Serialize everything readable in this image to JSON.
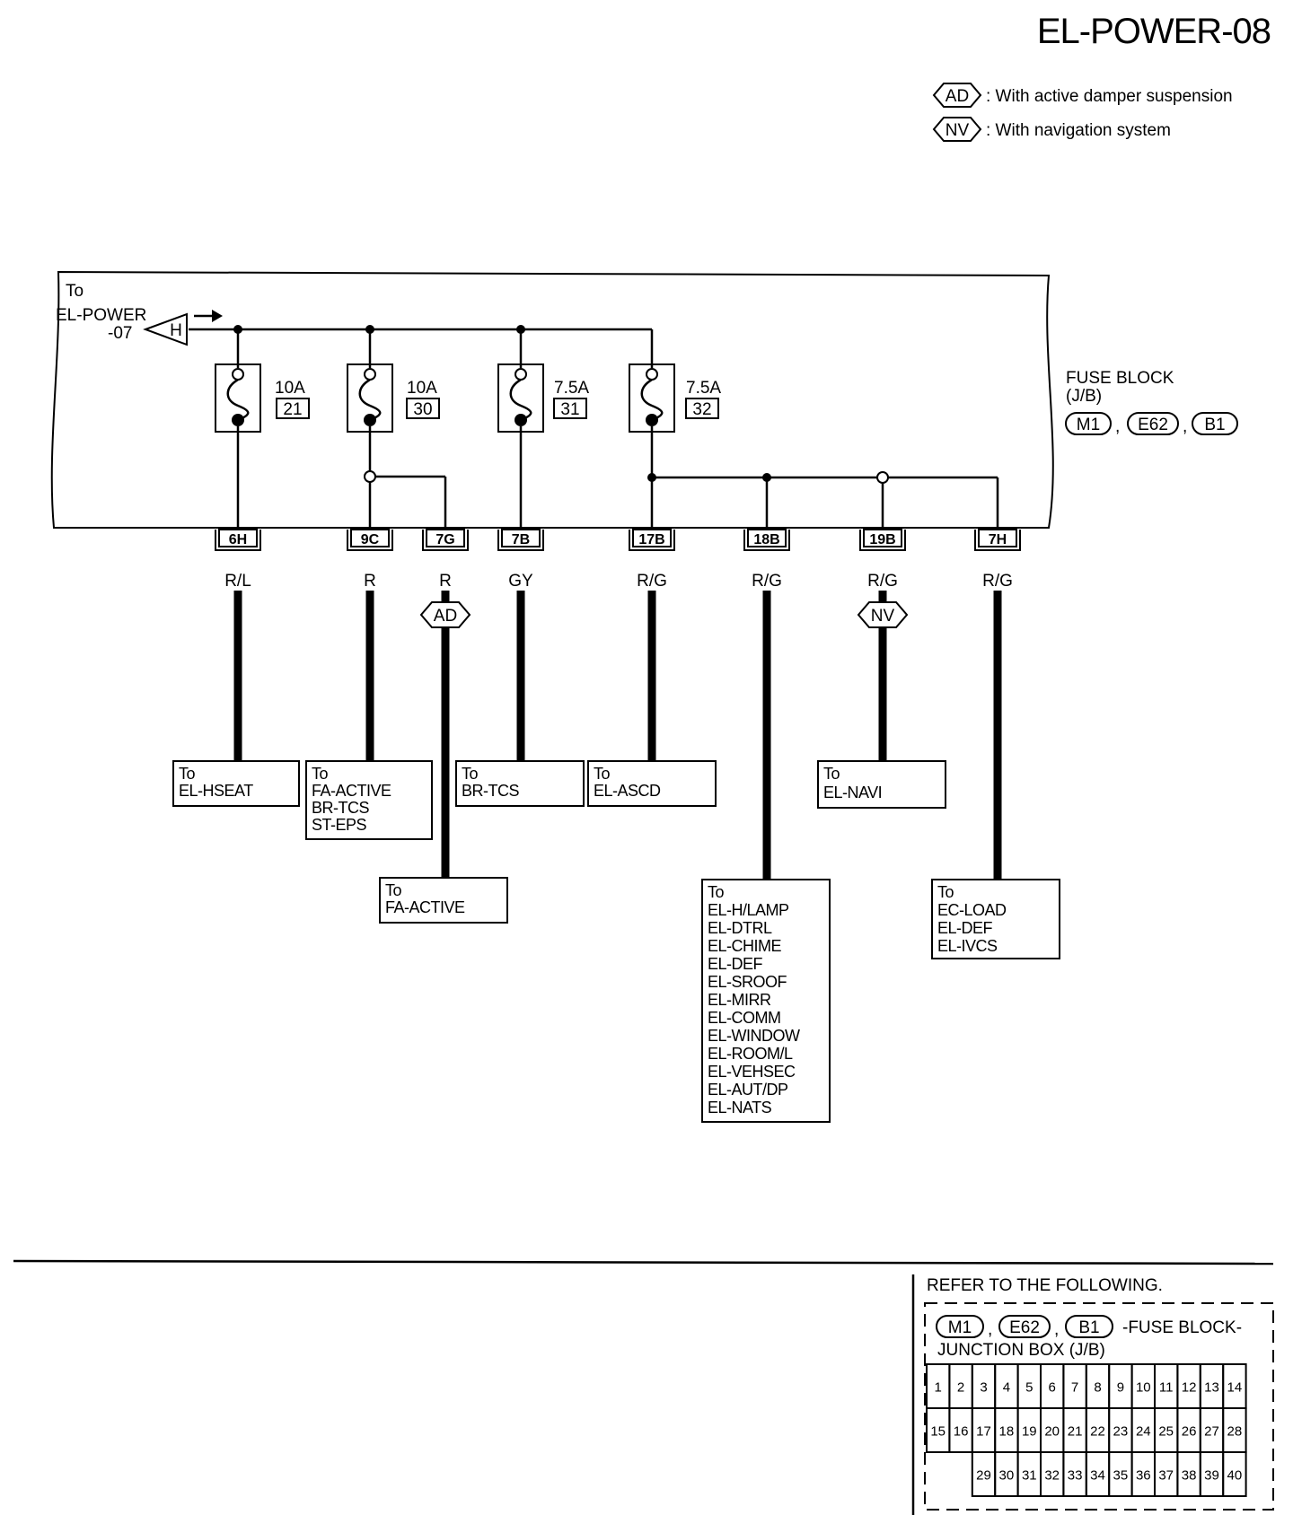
{
  "title": "EL-POWER-08",
  "legend": [
    {
      "code": "AD",
      "text": ": With active damper suspension"
    },
    {
      "code": "NV",
      "text": ": With navigation system"
    }
  ],
  "source": {
    "lines": [
      "To",
      "EL-POWER",
      "-07"
    ],
    "connector": "H"
  },
  "fuse_block": {
    "lines": [
      "FUSE BLOCK",
      "(J/B)"
    ],
    "connectors": [
      "M1",
      "E62",
      "B1"
    ],
    "separator": ","
  },
  "fuses": [
    {
      "rating": "10A",
      "number": "21"
    },
    {
      "rating": "10A",
      "number": "30"
    },
    {
      "rating": "7.5A",
      "number": "31"
    },
    {
      "rating": "7.5A",
      "number": "32"
    }
  ],
  "terminals": [
    {
      "id": "6H",
      "wire": "R/L"
    },
    {
      "id": "9C",
      "wire": "R"
    },
    {
      "id": "7G",
      "wire": "R",
      "option": "AD"
    },
    {
      "id": "7B",
      "wire": "GY"
    },
    {
      "id": "17B",
      "wire": "R/G"
    },
    {
      "id": "18B",
      "wire": "R/G"
    },
    {
      "id": "19B",
      "wire": "R/G",
      "option": "NV"
    },
    {
      "id": "7H",
      "wire": "R/G"
    }
  ],
  "destinations": [
    {
      "lines": [
        "To",
        "EL-HSEAT"
      ]
    },
    {
      "lines": [
        "To",
        "FA-ACTIVE",
        "BR-TCS",
        "ST-EPS"
      ]
    },
    {
      "lines": [
        "To",
        "FA-ACTIVE"
      ]
    },
    {
      "lines": [
        "To",
        "BR-TCS"
      ]
    },
    {
      "lines": [
        "To",
        "EL-ASCD"
      ]
    },
    {
      "lines": [
        "To",
        "EL-H/LAMP",
        "EL-DTRL",
        "EL-CHIME",
        "EL-DEF",
        "EL-SROOF",
        "EL-MIRR",
        "EL-COMM",
        "EL-WINDOW",
        "EL-ROOM/L",
        "EL-VEHSEC",
        "EL-AUT/DP",
        "EL-NATS"
      ]
    },
    {
      "lines": [
        "To",
        "EL-NAVI"
      ]
    },
    {
      "lines": [
        "To",
        "EC-LOAD",
        "EL-DEF",
        "EL-IVCS"
      ]
    }
  ],
  "reference": {
    "heading": "REFER TO THE FOLLOWING.",
    "connectors": [
      "M1",
      "E62",
      "B1"
    ],
    "separator": ",",
    "suffix": "-FUSE BLOCK-",
    "line2": "JUNCTION BOX (J/B)",
    "rows": [
      [
        "1",
        "2",
        "3",
        "4",
        "5",
        "6",
        "7",
        "8",
        "9",
        "10",
        "11",
        "12",
        "13",
        "14"
      ],
      [
        "15",
        "16",
        "17",
        "18",
        "19",
        "20",
        "21",
        "22",
        "23",
        "24",
        "25",
        "26",
        "27",
        "28"
      ],
      [
        "29",
        "30",
        "31",
        "32",
        "33",
        "34",
        "35",
        "36",
        "37",
        "38",
        "39",
        "40"
      ]
    ]
  }
}
